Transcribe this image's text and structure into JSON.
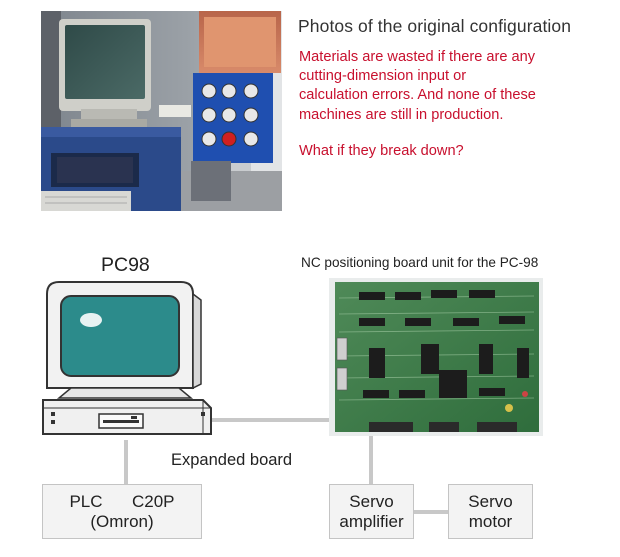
{
  "photo_section": {
    "heading": "Photos of the original configuration",
    "warning_lines": [
      "Materials are wasted if there are any",
      "cutting-dimension input or",
      "calculation errors. And none of these",
      "machines are still in production."
    ],
    "question": "What if they break down?",
    "warning_color": "#c8102e"
  },
  "diagram": {
    "pc_label": "PC98",
    "board_label": "NC positioning board unit for the PC-98",
    "connection_label": "Expanded board",
    "plc_box": {
      "line1_a": "PLC",
      "line1_b": "C20P",
      "line2": "(Omron)"
    },
    "servo_amp_box": {
      "line1": "Servo",
      "line2": "amplifier"
    },
    "servo_motor_box": {
      "line1": "Servo",
      "line2": "motor"
    },
    "board_chip_label": "",
    "connector_color": "#c8c8c8",
    "box_fill": "#f3f3f3"
  }
}
